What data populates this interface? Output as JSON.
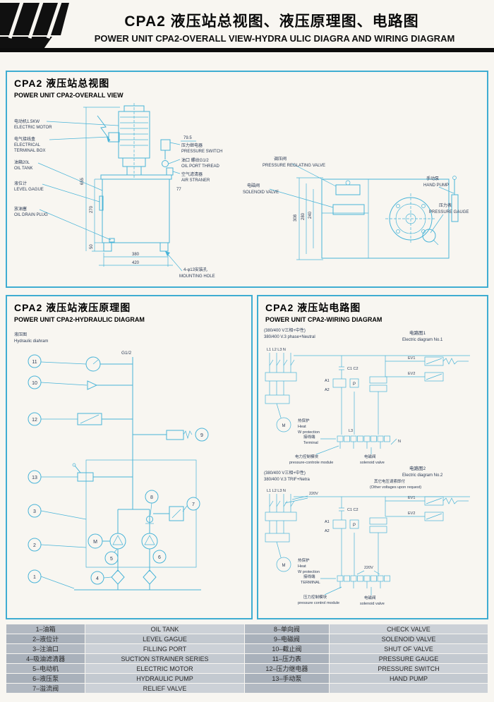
{
  "colors": {
    "diagram": "#49b4d8",
    "panel_border": "#3fadd2",
    "header_bar": "#0d0d0d",
    "table_dark": "#b2b9c2",
    "table_light": "#ccd1d7"
  },
  "header": {
    "title_cn": "CPA2 液压站总视图、液压原理图、电路图",
    "title_en": "POWER UNIT CPA2-OVERALL VIEW-HYDRA ULIC DIAGRA AND WIRING DIAGRAM"
  },
  "overall": {
    "title_cn": "CPA2 液压站总视图",
    "title_en": "POWER UNIT CPA2-OVERALL VIEW",
    "labels": {
      "motor_cn": "电动机1.5KW",
      "motor_en": "ELECTRIC MOTOR",
      "tbox_cn": "电气接线盒",
      "tbox_en1": "ELECTRICAL",
      "tbox_en2": "TERMINAL BOX",
      "tank_cn": "油箱20L",
      "tank_en": "OIL TANK",
      "level_cn": "液位计",
      "level_en": "LEVEL GAGUE",
      "drain_cn": "放油塞",
      "drain_en": "OIL DRAIN PLUG",
      "pswitch_cn": "压力继电器",
      "pswitch_en": "PRESSURE SWITCH",
      "port_cn": "油口 螺纹G1/2",
      "port_en": "OIL PORT THREAD",
      "air_cn": "空气滤清器",
      "air_en": "AIR STRANER",
      "reg_cn": "调压阀",
      "reg_en": "PRESSURE REGLATING VALVE",
      "sol_cn": "电磁阀",
      "sol_en": "SOLENOID VALVE",
      "hand_cn": "手动泵",
      "hand_en": "HAND PUMP",
      "gauge_cn": "压力表",
      "gauge_en": "PRESSURE GAUGE",
      "mount_cn": "4-φ13安装孔",
      "mount_en": "MOUNTING HOLE"
    },
    "dims": {
      "h_total": "655",
      "h_tank": "270",
      "h_leg": "50",
      "w_tank": "380",
      "w_base": "420",
      "d1": "79.5",
      "d2": "77",
      "p1": "308",
      "p2": "280",
      "p3": "240"
    }
  },
  "hydraulic": {
    "title_cn": "CPA2 液压站液压原理图",
    "title_en": "POWER UNIT CPA2-HYDRAULIC DIAGRAM",
    "sub_cn": "液压图",
    "sub_en": "Hydraulic diahram",
    "port": "G1/2",
    "motor": "M",
    "balloons": {
      "b1": "1",
      "b2": "2",
      "b3": "3",
      "b4": "4",
      "b5": "5",
      "b6": "6",
      "b7": "7",
      "b8": "8",
      "b9": "9",
      "b10": "10",
      "b11": "11",
      "b12": "12",
      "b13": "13"
    }
  },
  "wiring": {
    "title_cn": "CPA2 液压站电路图",
    "title_en": "POWER UNIT CPA2-WIRING DIAGRAM",
    "d1": {
      "volt_cn": "(380/400 V三相+中性)",
      "volt_en": "380/400 V.3 phase+Neutral",
      "name_cn": "电路图1",
      "name_en": "Electric diagram No.1",
      "terminal_cn": "接线端",
      "terminal_en": "Terminal",
      "module_cn": "电力控制模块",
      "module_en": "pressure-controle module"
    },
    "d2": {
      "volt_cn": "(380/400 V三相+中性)",
      "volt_en": "380/400 V.3 TRIF+Netra",
      "other_cn": "其它电压请索即付",
      "other_en": "(Other voltages upon request)",
      "name_cn": "电路图2",
      "name_en": "Electric diagram No.2",
      "v220": "220V",
      "terminal_cn": "接线端",
      "terminal_en": "TERMINAL",
      "module_cn": "压力控制模块",
      "module_en": "pressure control module"
    },
    "common": {
      "phases": "L1 L2 L3  N",
      "ev1": "EV1",
      "ev2": "EV2",
      "c1c2": "C1  C2",
      "a1": "A1",
      "a2": "A2",
      "p": "P",
      "heat_cn": "热保护",
      "heat_en": "Heat",
      "heat_en2": "W protection",
      "sol_cn": "电磁阀",
      "sol_en": "solenoid  valve",
      "m": "M",
      "l3": "L3",
      "n": "N"
    }
  },
  "legend": {
    "rows": [
      {
        "c1": "1–油箱",
        "c2": "OIL TANK",
        "c3": "8–单向阀",
        "c4": "CHECK VALVE"
      },
      {
        "c1": "2–液位计",
        "c2": "LEVEL GAGUE",
        "c3": "9–电磁阀",
        "c4": "SOLENOID VALVE"
      },
      {
        "c1": "3–注油口",
        "c2": "FILLING PORT",
        "c3": "10–截止阀",
        "c4": "SHUT OF VALVE"
      },
      {
        "c1": "4–吸油滤清器",
        "c2": "SUCTION STRAINER SERIES",
        "c3": "11–压力表",
        "c4": "PRESSURE GAUGE"
      },
      {
        "c1": "5–电动机",
        "c2": "ELECTRIC MOTOR",
        "c3": "12–压力继电器",
        "c4": "PRESSURE SWITCH"
      },
      {
        "c1": "6–液压泵",
        "c2": "HYDRAULIC PUMP",
        "c3": "13–手动泵",
        "c4": "HAND PUMP"
      },
      {
        "c1": "7–溢流阀",
        "c2": "RELIEF VALVE",
        "c3": "",
        "c4": ""
      }
    ]
  }
}
